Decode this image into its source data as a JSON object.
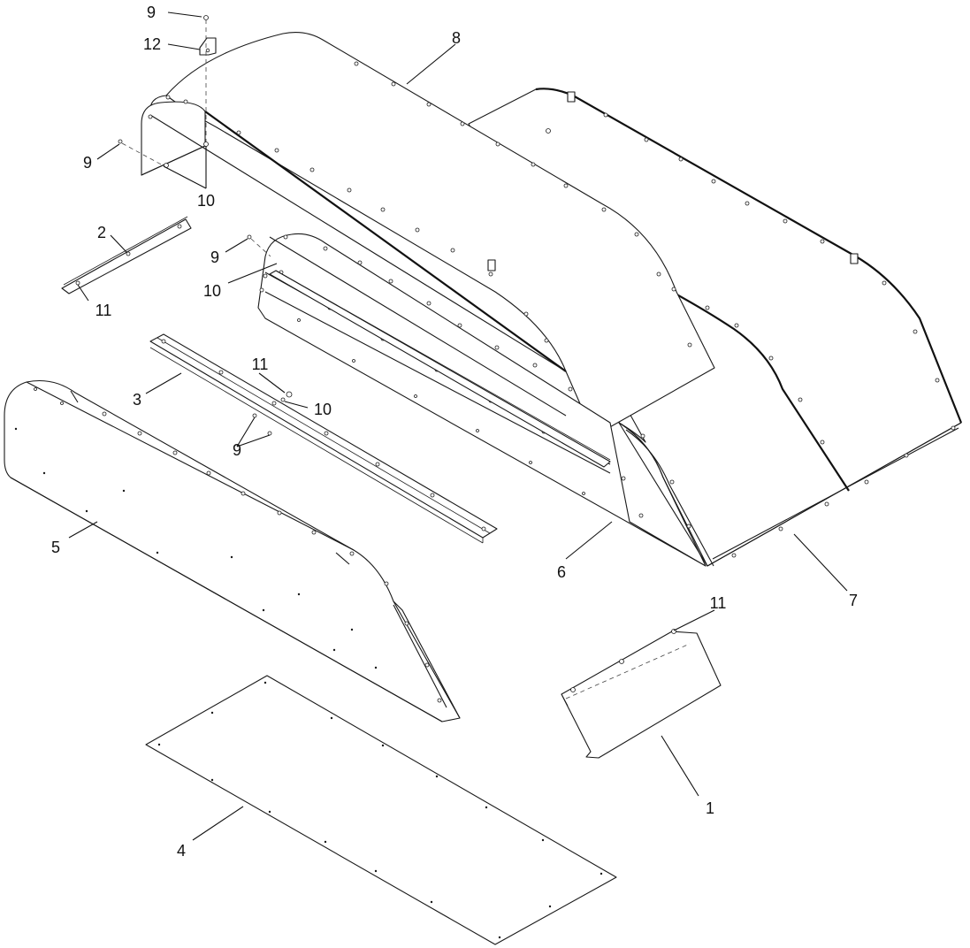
{
  "callouts": {
    "c1": "1",
    "c2": "2",
    "c3": "3",
    "c4": "4",
    "c5": "5",
    "c6": "6",
    "c7": "7",
    "c8": "8",
    "c9a": "9",
    "c9b": "9",
    "c9c": "9",
    "c9d": "9",
    "c10a": "10",
    "c10b": "10",
    "c10c": "10",
    "c11a": "11",
    "c11b": "11",
    "c11c": "11",
    "c12": "12"
  },
  "colors": {
    "line": "#1a1a1a",
    "background": "#ffffff"
  }
}
